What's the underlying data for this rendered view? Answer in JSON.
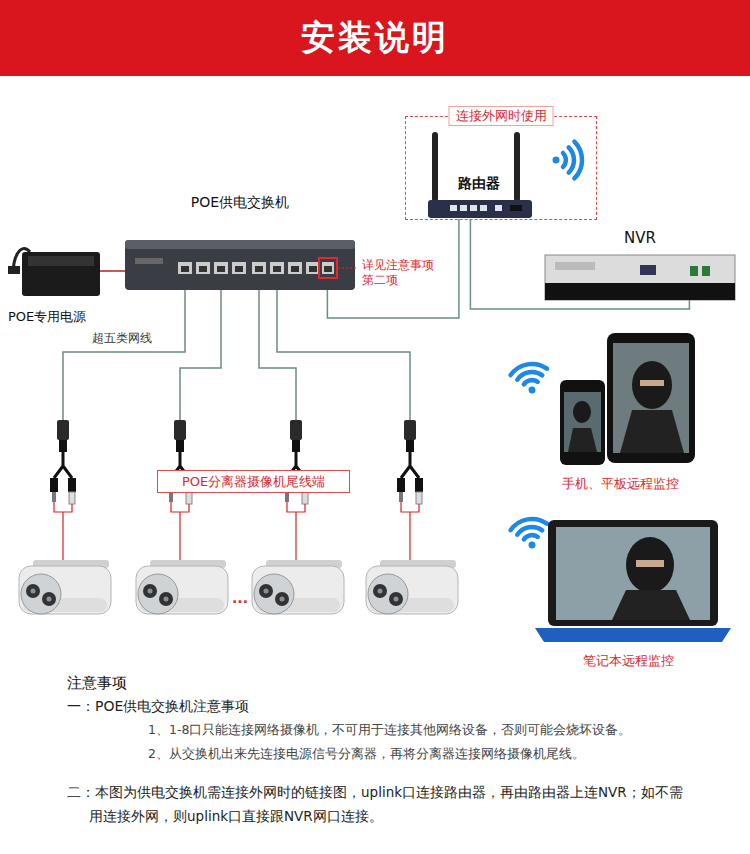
{
  "diagram": {
    "title": "安装说明",
    "nodes": [
      {
        "text": [
          "连接外网时使用"
        ]
      },
      {
        "text": [
          "路由器"
        ],
        "in": 0
      },
      {
        "text": [
          "POE供电交换机"
        ]
      },
      {
        "text": [
          "POE专用电源"
        ]
      },
      {
        "text": [
          "NVR"
        ]
      },
      {
        "text": [
          "POE分离器摄像机尾线端"
        ]
      }
    ],
    "edges": [
      {
        "from": 3,
        "to": 2,
        "arrow": "none"
      },
      {
        "from": 2,
        "to": 1,
        "arrow": "none"
      },
      {
        "from": 1,
        "to": 4,
        "arrow": "none"
      }
    ],
    "labels": [
      "详见注意事项 第二项",
      "超五类网线",
      "...",
      "手机、平板远程监控",
      "笔记本远程监控",
      "注意事项",
      "一：POE供电交换机注意事项",
      "1、1-8口只能连接网络摄像机，不可用于连接其他网络设备，否则可能会烧坏设备。",
      "2、从交换机出来先连接电源信号分离器，再将分离器连接网络摄像机尾线。",
      "二：本图为供电交换机需连接外网时的链接图，uplink口连接路由器，再由路由器上连NVR；如不需用连接外网，则uplink口直接跟NVR网口连接。"
    ]
  }
}
